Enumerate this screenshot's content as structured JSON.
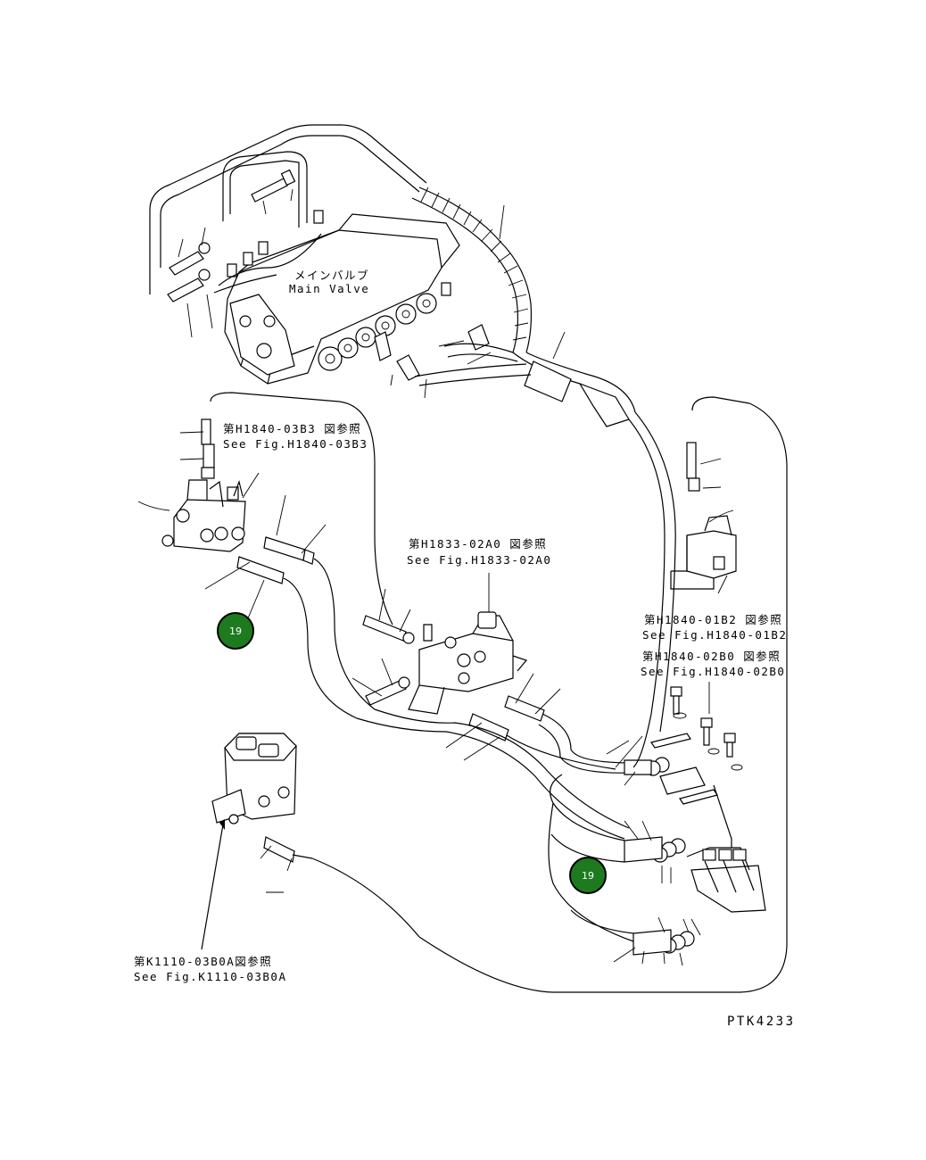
{
  "labels": {
    "main_valve_jp": "メインバルブ",
    "main_valve_en": "Main Valve",
    "ref_h1840_03b3_jp": "第H1840-03B3 図参照",
    "ref_h1840_03b3_en": "See Fig.H1840-03B3",
    "ref_h1833_02a0_jp": "第H1833-02A0 図参照",
    "ref_h1833_02a0_en": "See Fig.H1833-02A0",
    "ref_h1840_01b2_jp": "第H1840-01B2 図参照",
    "ref_h1840_01b2_en": "See Fig.H1840-01B2",
    "ref_h1840_02b0_jp": "第H1840-02B0 図参照",
    "ref_h1840_02b0_en": "See Fig.H1840-02B0",
    "ref_k1110_03b0a_jp": "第K1110-03B0A図参照",
    "ref_k1110_03b0a_en": "See Fig.K1110-03B0A",
    "drawing_code": "PTK4233"
  },
  "callouts": [
    {
      "number": "19"
    },
    {
      "number": "19"
    }
  ],
  "colors": {
    "line": "#000000",
    "callout_fill": "#1e7a1e",
    "callout_stroke": "#000000",
    "callout_text": "#ffffff"
  }
}
